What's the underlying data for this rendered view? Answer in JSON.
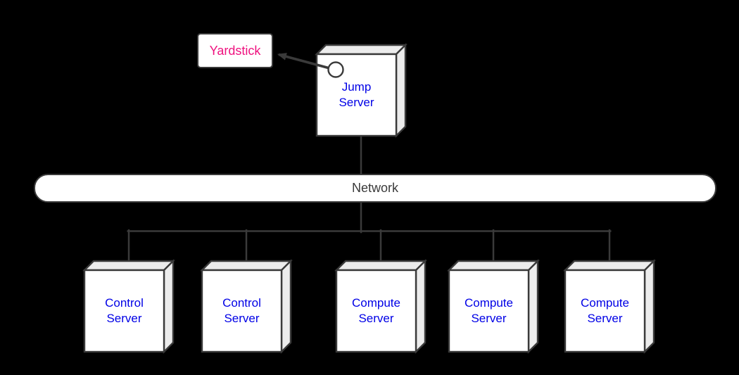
{
  "yardstick": {
    "label": "Yardstick"
  },
  "jump_server": {
    "label": "Jump Server"
  },
  "network": {
    "label": "Network"
  },
  "servers": [
    {
      "label": "Control Server"
    },
    {
      "label": "Control Server"
    },
    {
      "label": "Compute Server"
    },
    {
      "label": "Compute Server"
    },
    {
      "label": "Compute Server"
    }
  ],
  "colors": {
    "background": "#000000",
    "outline": "#3a3a3a",
    "box_face": "#ffffff",
    "box_side": "#ececec",
    "server_label_text": "#0000e6",
    "yardstick_label_text": "#ef127f",
    "network_label_text": "#3a3a3a"
  }
}
